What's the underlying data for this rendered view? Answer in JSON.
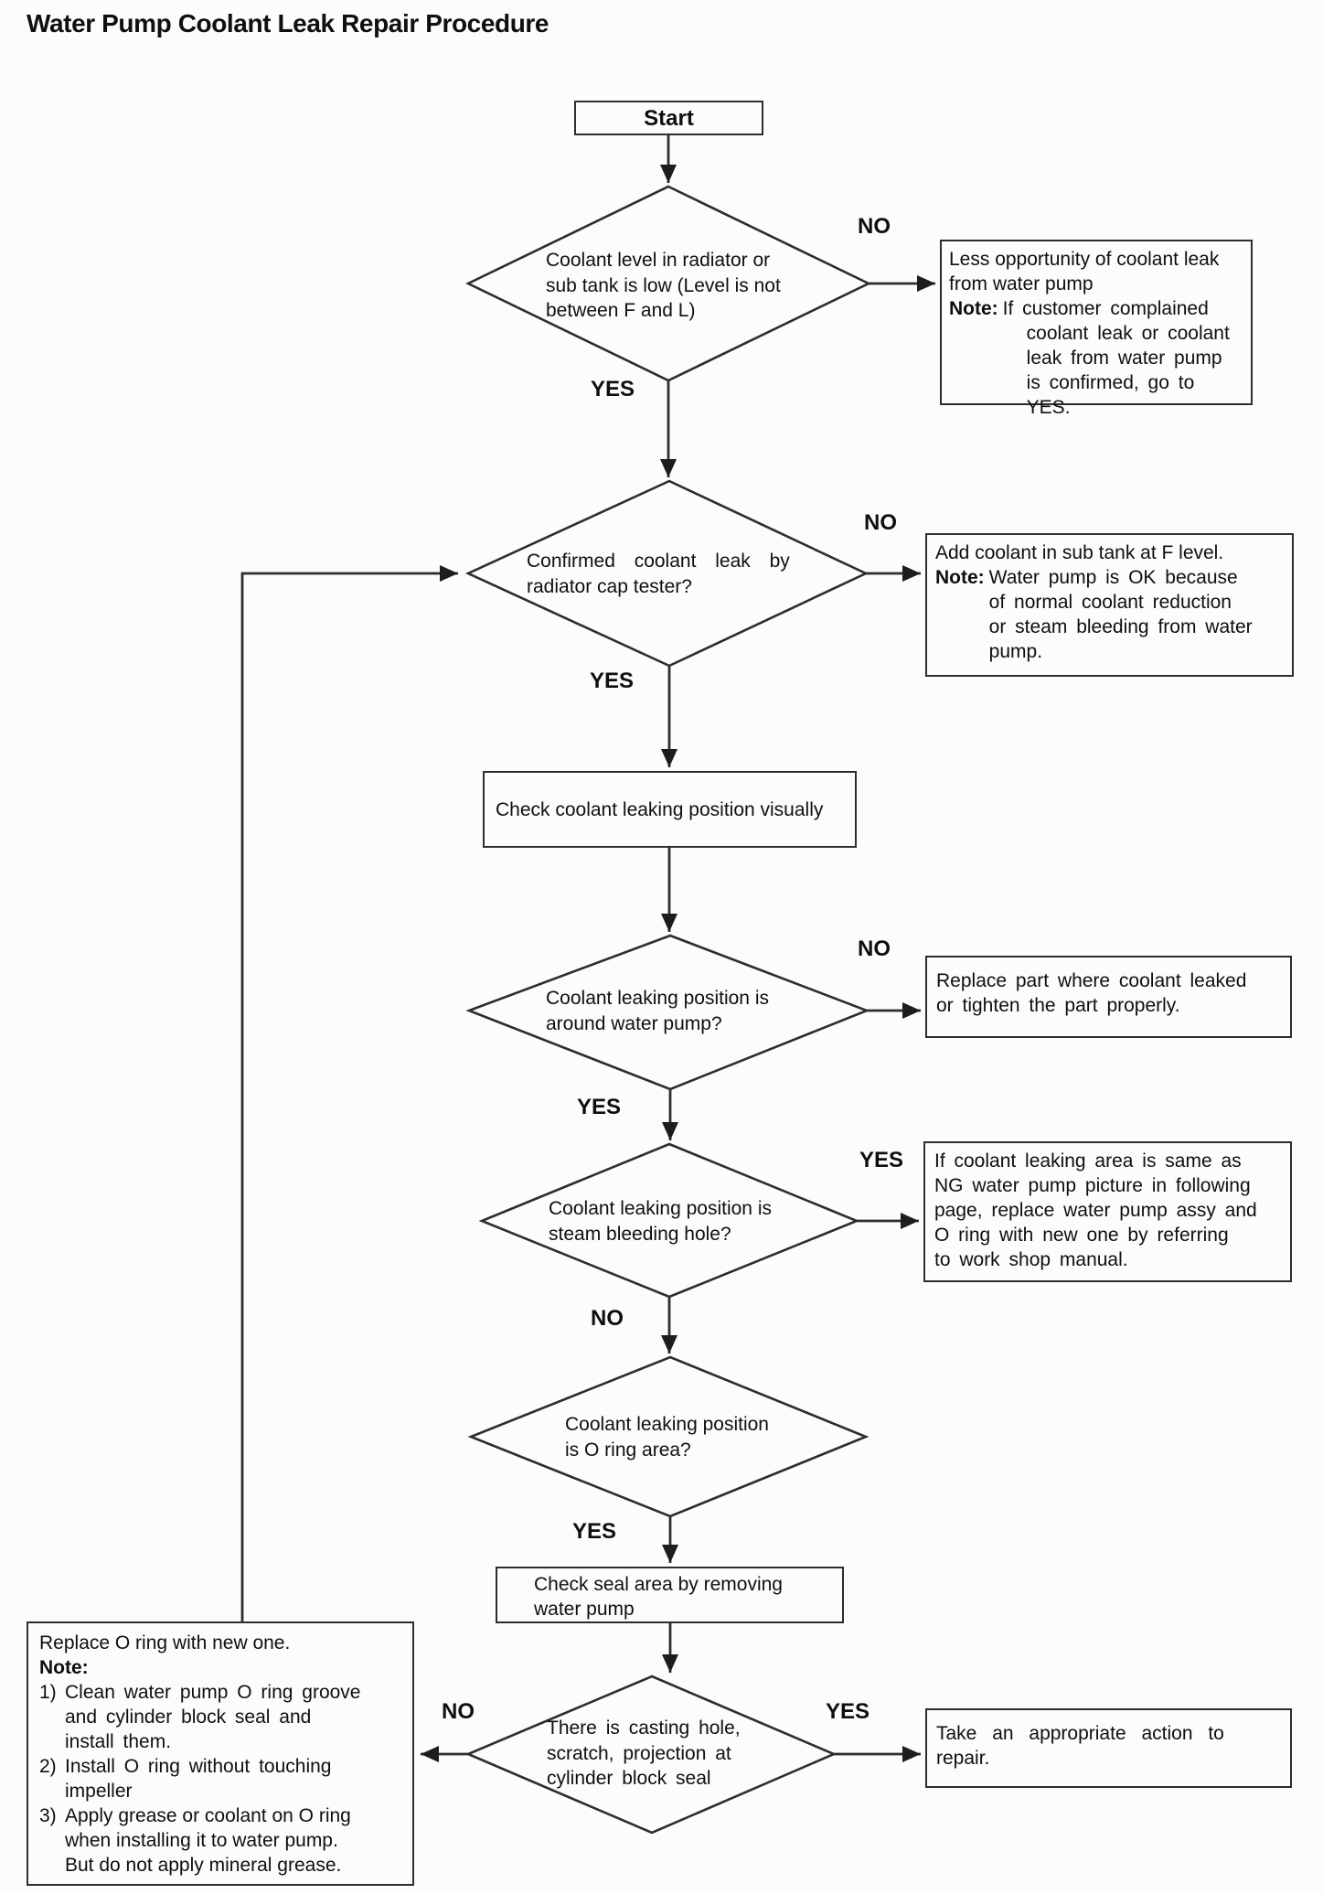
{
  "title": "Water Pump Coolant Leak Repair Procedure",
  "labels": {
    "yes": "YES",
    "no": "NO"
  },
  "colors": {
    "ink": "#0f0f0f",
    "line": "#2d2d2d",
    "background": "#fcfcfb"
  },
  "nodes": {
    "start": {
      "label": "Start"
    },
    "check_level": {
      "question": "Coolant level in radiator or\nsub tank is low (Level is not\nbetween F and L)"
    },
    "less_opportunity": {
      "text": "Less opportunity of coolant leak\nfrom water pump",
      "note_label": "Note:",
      "note": "If customer complained\ncoolant leak or coolant\nleak from water pump\nis confirmed, go to YES."
    },
    "confirm_leak": {
      "line1": "Confirmed coolant leak by",
      "line2": "radiator cap tester?"
    },
    "add_coolant": {
      "text": "Add coolant in sub tank at F level.",
      "note_label": "Note:",
      "note": "Water pump is OK because\nof normal coolant reduction\nor steam bleeding from water\npump."
    },
    "check_position": {
      "text": "Check coolant leaking position visually"
    },
    "around_pump": {
      "question": "Coolant leaking position is\naround water pump?"
    },
    "replace_part": {
      "text": "Replace part where coolant leaked\nor tighten the part properly."
    },
    "steam_hole": {
      "question": "Coolant leaking position is\nsteam bleeding hole?"
    },
    "replace_pump_assy": {
      "text": "If coolant leaking area is same as\nNG water pump picture in following\npage, replace water pump assy and\nO ring with new one by referring\nto work shop manual."
    },
    "oring_area": {
      "question": "Coolant leaking position\nis O ring area?"
    },
    "check_seal": {
      "text": "Check seal area by removing\nwater pump"
    },
    "casting_hole": {
      "question": "There is casting hole,\nscratch, projection at\ncylinder block seal"
    },
    "replace_oring": {
      "text": "Replace O ring with new one.",
      "note_label": "Note:",
      "items": [
        {
          "num": "1)",
          "text": "Clean water pump O ring groove\nand cylinder block seal and\ninstall them."
        },
        {
          "num": "2)",
          "text": "Install O ring without touching\nimpeller"
        },
        {
          "num": "3)",
          "text": "Apply grease or coolant on O ring\nwhen installing it to water pump.\nBut do not apply mineral grease."
        }
      ]
    },
    "take_action": {
      "line1": "Take an appropriate action to",
      "line2": "repair."
    }
  }
}
